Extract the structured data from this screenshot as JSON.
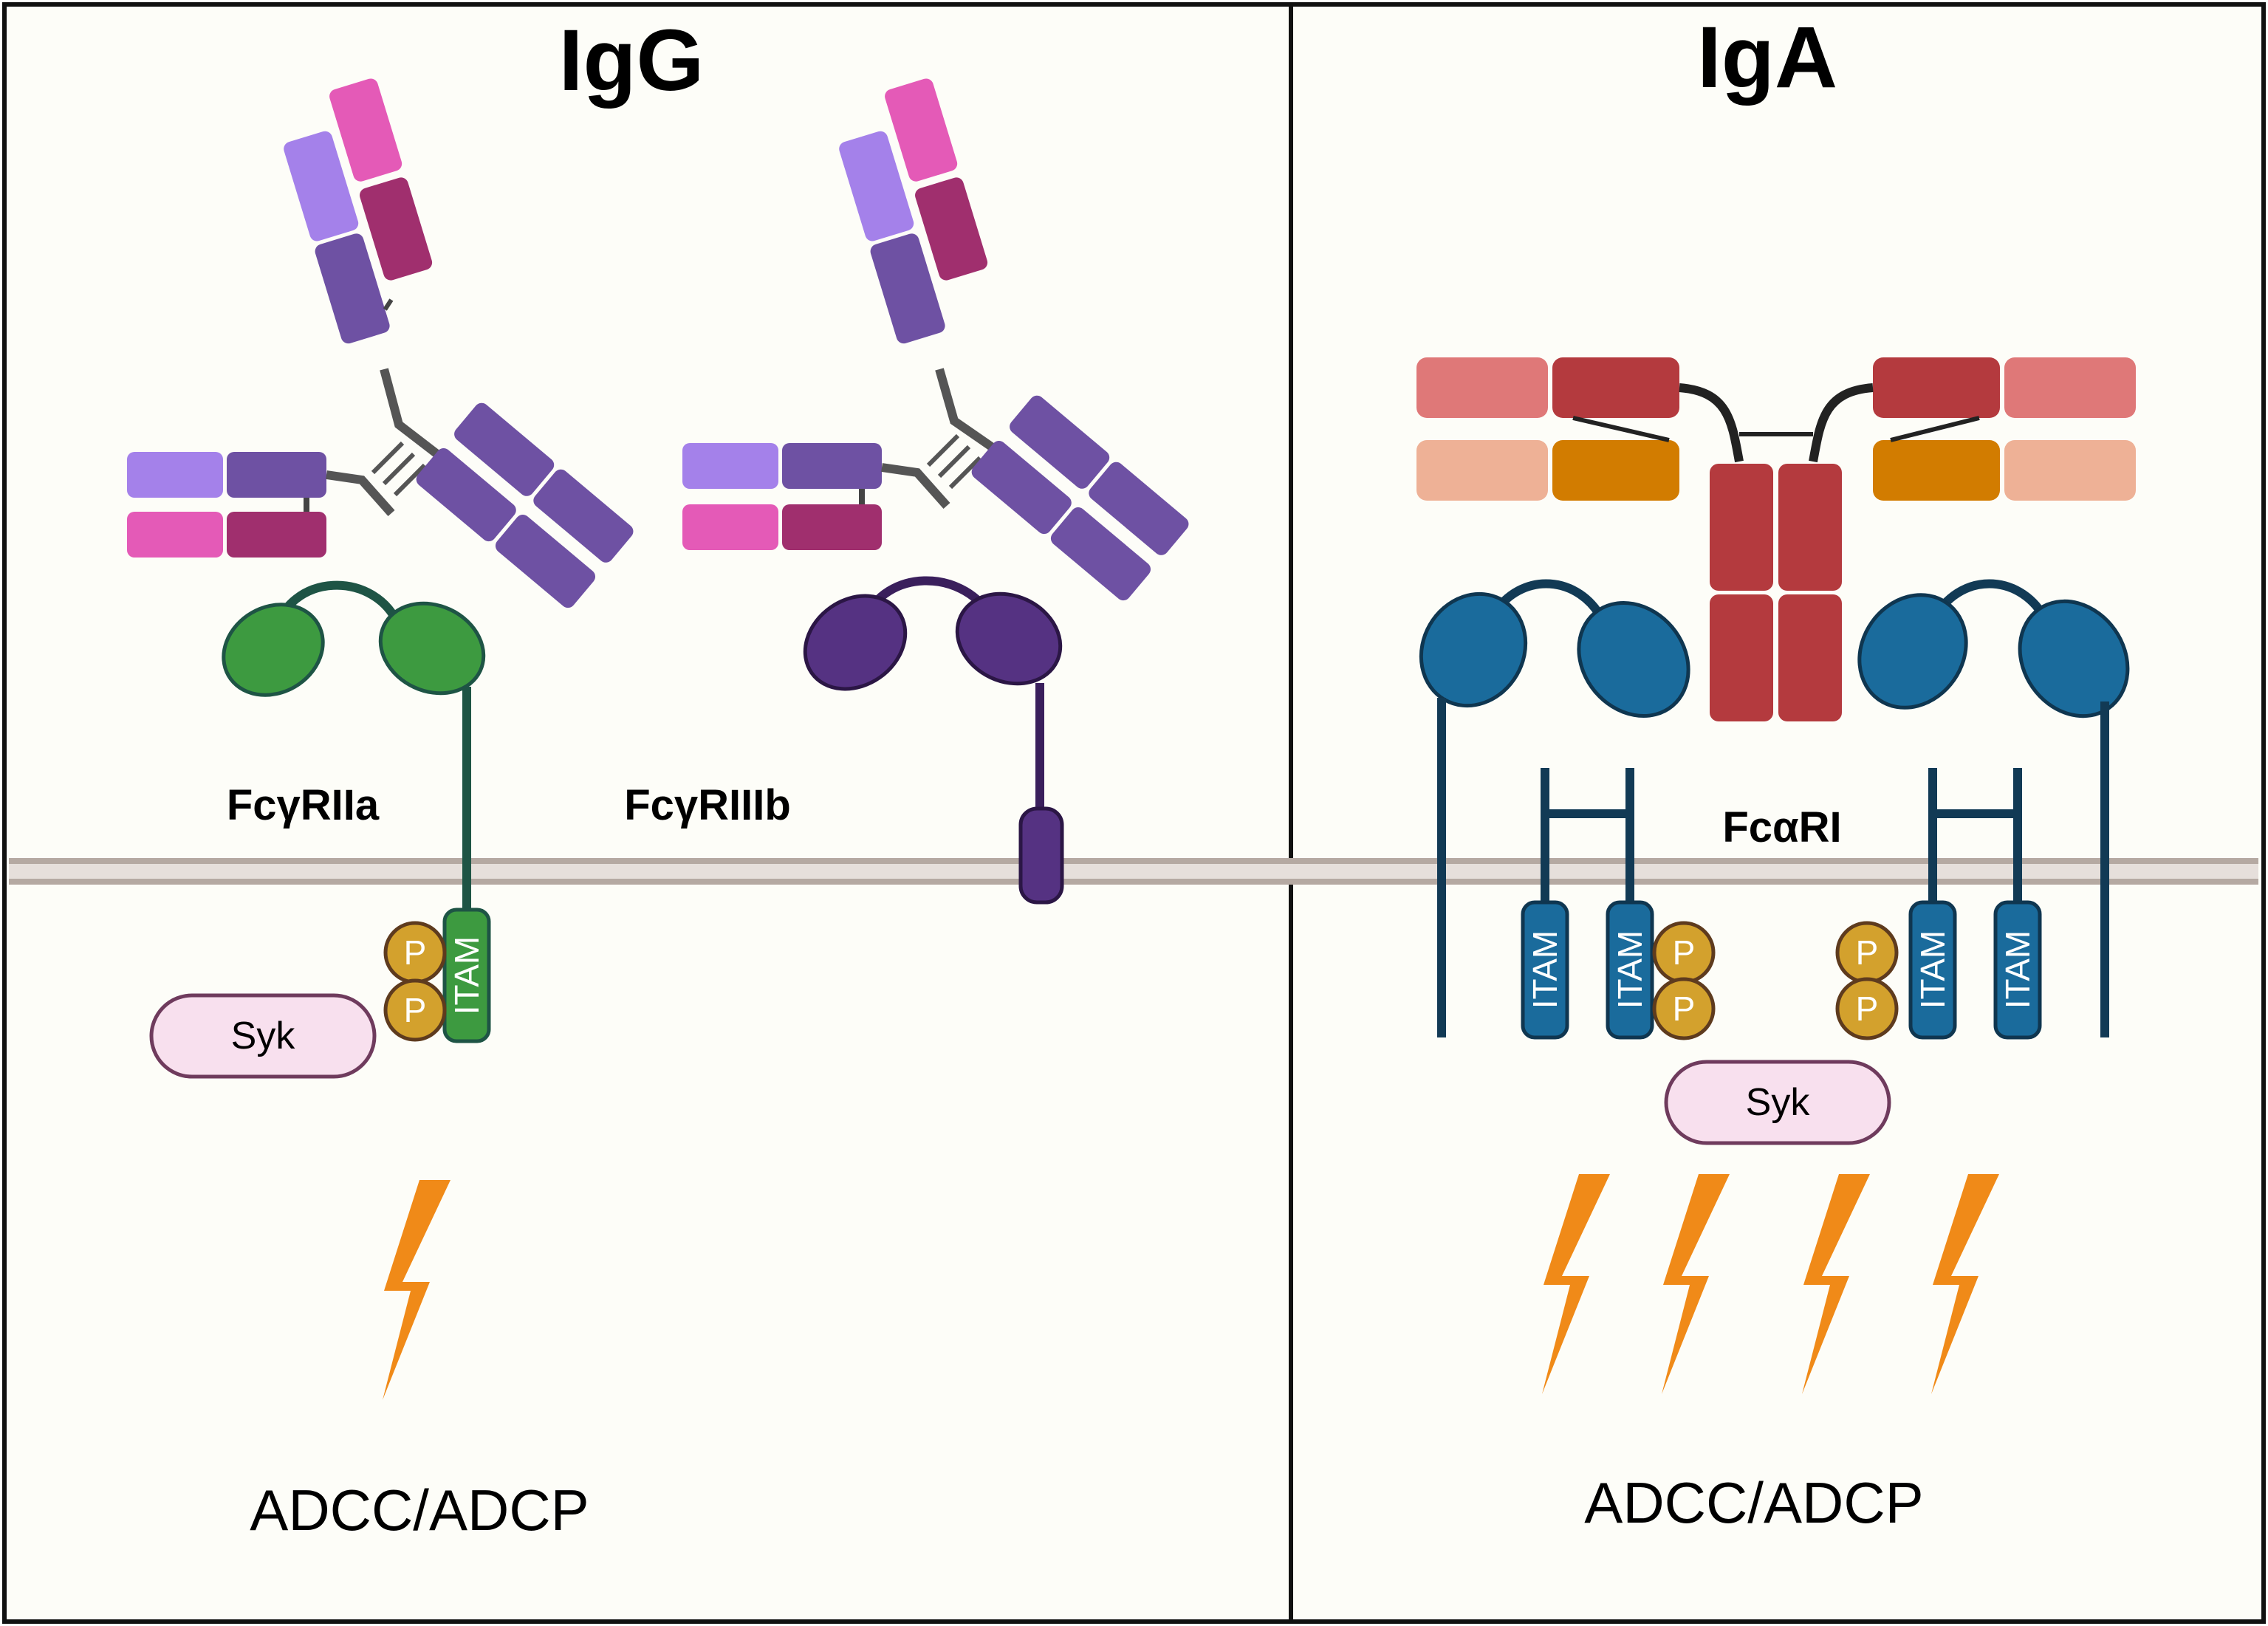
{
  "panels": {
    "left": {
      "title": "IgG",
      "receptor_a": "FcγRIIa",
      "receptor_b": "FcγRIIIb",
      "itam": "ITAM",
      "p1": "P",
      "p2": "P",
      "syk": "Syk",
      "outcome": "ADCC/ADCP"
    },
    "right": {
      "title": "IgA",
      "receptor": "FcαRI",
      "itam1": "ITAM",
      "itam2": "ITAM",
      "itam3": "ITAM",
      "itam4": "ITAM",
      "p1": "P",
      "p2": "P",
      "p3": "P",
      "p4": "P",
      "syk": "Syk",
      "outcome": "ADCC/ADCP"
    }
  },
  "colors": {
    "background": "#fdfdf8",
    "membrane": "#b5a9a2",
    "heavy_chain": "#6e51a3",
    "variable_heavy": "#a481ea",
    "light_chain": "#e45ab7",
    "light_constant": "#a02f6e",
    "fcgr2a": "#3d9a40",
    "fcgr2a_stalk": "#1e5445",
    "fcgr3b": "#553282",
    "iga_heavy": "#b43a3e",
    "iga_variable": "#df7878",
    "iga_light": "#eeb196",
    "iga_light_constant": "#d27c00",
    "fcar": "#1a6b9c",
    "fcar_stalk": "#123a55",
    "phospho": "#d3a12d",
    "syk": "#f8e0ee",
    "lightning": "#f08a18"
  }
}
